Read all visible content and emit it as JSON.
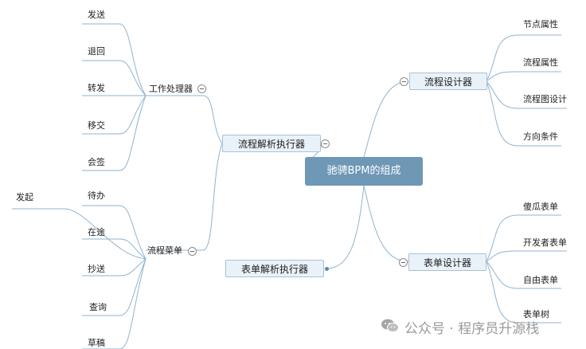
{
  "root": {
    "label": "驰骋BPM的组成"
  },
  "nodes": {
    "flow_designer": "流程设计器",
    "flow_parser": "流程解析执行器",
    "form_parser": "表单解析执行器",
    "form_designer": "表单设计器",
    "work_processor": "工作处理器",
    "flow_menu": "流程菜单"
  },
  "leaves": {
    "flow_designer": [
      "节点属性",
      "流程属性",
      "流程图设计",
      "方向条件"
    ],
    "form_designer": [
      "傻瓜表单",
      "开发者表单",
      "自由表单",
      "表单树"
    ],
    "work_processor": [
      "发送",
      "退回",
      "转发",
      "移交",
      "会签"
    ],
    "flow_menu": [
      "待办",
      "在途",
      "抄送",
      "查询",
      "草稿"
    ],
    "extra": "发起"
  },
  "watermark": {
    "text": "公众号 · 程序员升源栈",
    "icon": "wechat-icon"
  },
  "colors": {
    "root": "#6f97b6",
    "box_fill": "#eaf2f9",
    "box_border": "#a9c0d6",
    "line": "#8fb3cf",
    "dot": "#5c87b0"
  }
}
